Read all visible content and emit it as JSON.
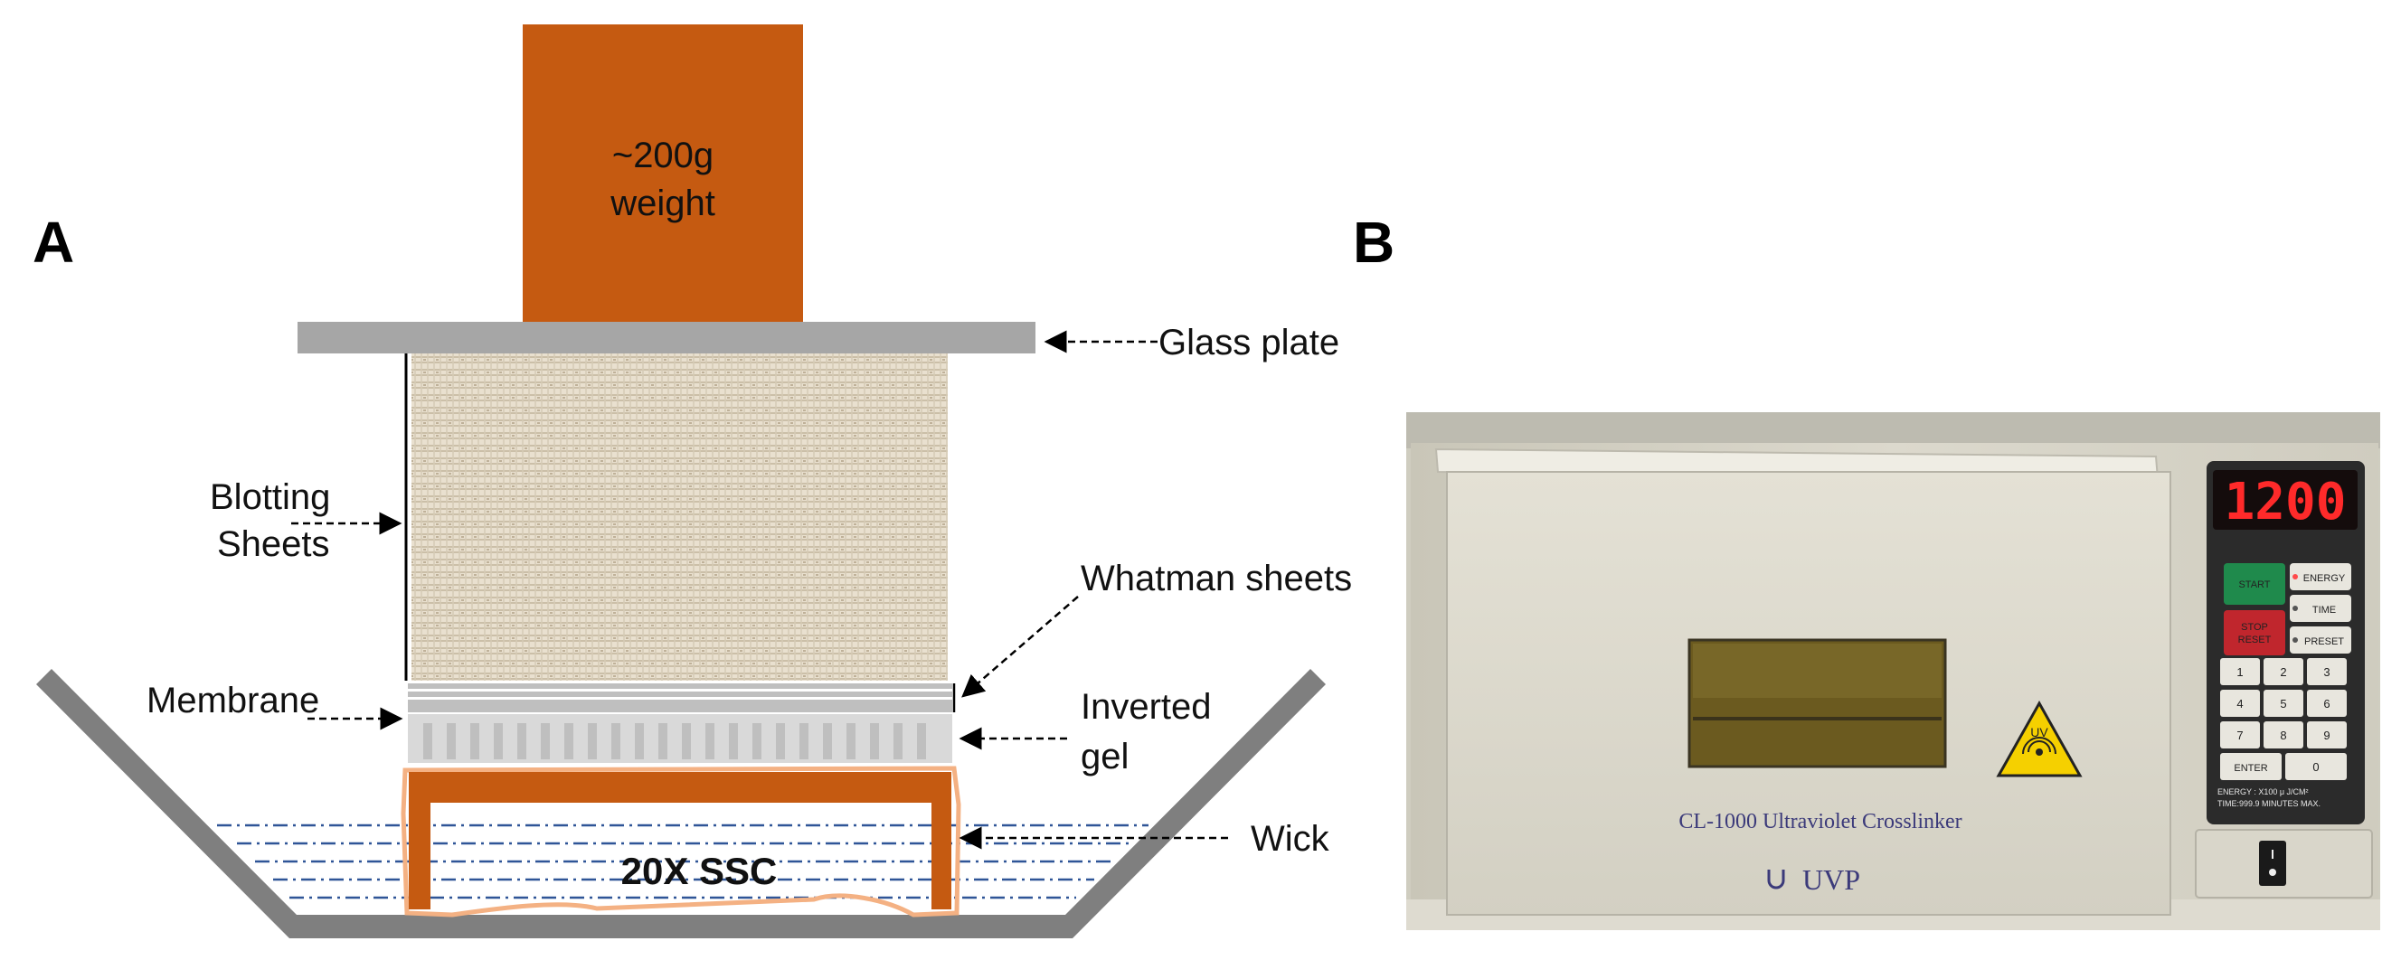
{
  "panel_a": {
    "letter": "A",
    "weight_label_line1": "~200g",
    "weight_label_line2": "weight",
    "glass_label": "Glass plate",
    "blotting_label_line1": "Blotting",
    "blotting_label_line2": "Sheets",
    "whatman_label": "Whatman sheets",
    "membrane_label": "Membrane",
    "gel_label_line1": "Inverted",
    "gel_label_line2": "gel",
    "wick_label": "Wick",
    "buffer_label": "20X SSC",
    "colors": {
      "weight": "#c55a11",
      "glass": "#a6a6a6",
      "tray": "#7f7f7f",
      "blotting": "#e6dccb",
      "wick": "#c55a11",
      "wick_outline": "#f4b183",
      "buffer_lines": "#2f5597"
    }
  },
  "panel_b": {
    "letter": "B",
    "display_value": "1200",
    "buttons": {
      "start": "START",
      "stop_line1": "STOP",
      "stop_line2": "RESET",
      "energy": "ENERGY",
      "time": "TIME",
      "preset": "PRESET",
      "enter": "ENTER",
      "digits": [
        "1",
        "2",
        "3",
        "4",
        "5",
        "6",
        "7",
        "8",
        "9",
        "0"
      ]
    },
    "panel_note_line1": "ENERGY : X100 μ J/CM²",
    "panel_note_line2": "TIME:999.9 MINUTES MAX.",
    "hazard_text": "UV",
    "device_name": "CL-1000 Ultraviolet Crosslinker",
    "brand": "UVP"
  }
}
